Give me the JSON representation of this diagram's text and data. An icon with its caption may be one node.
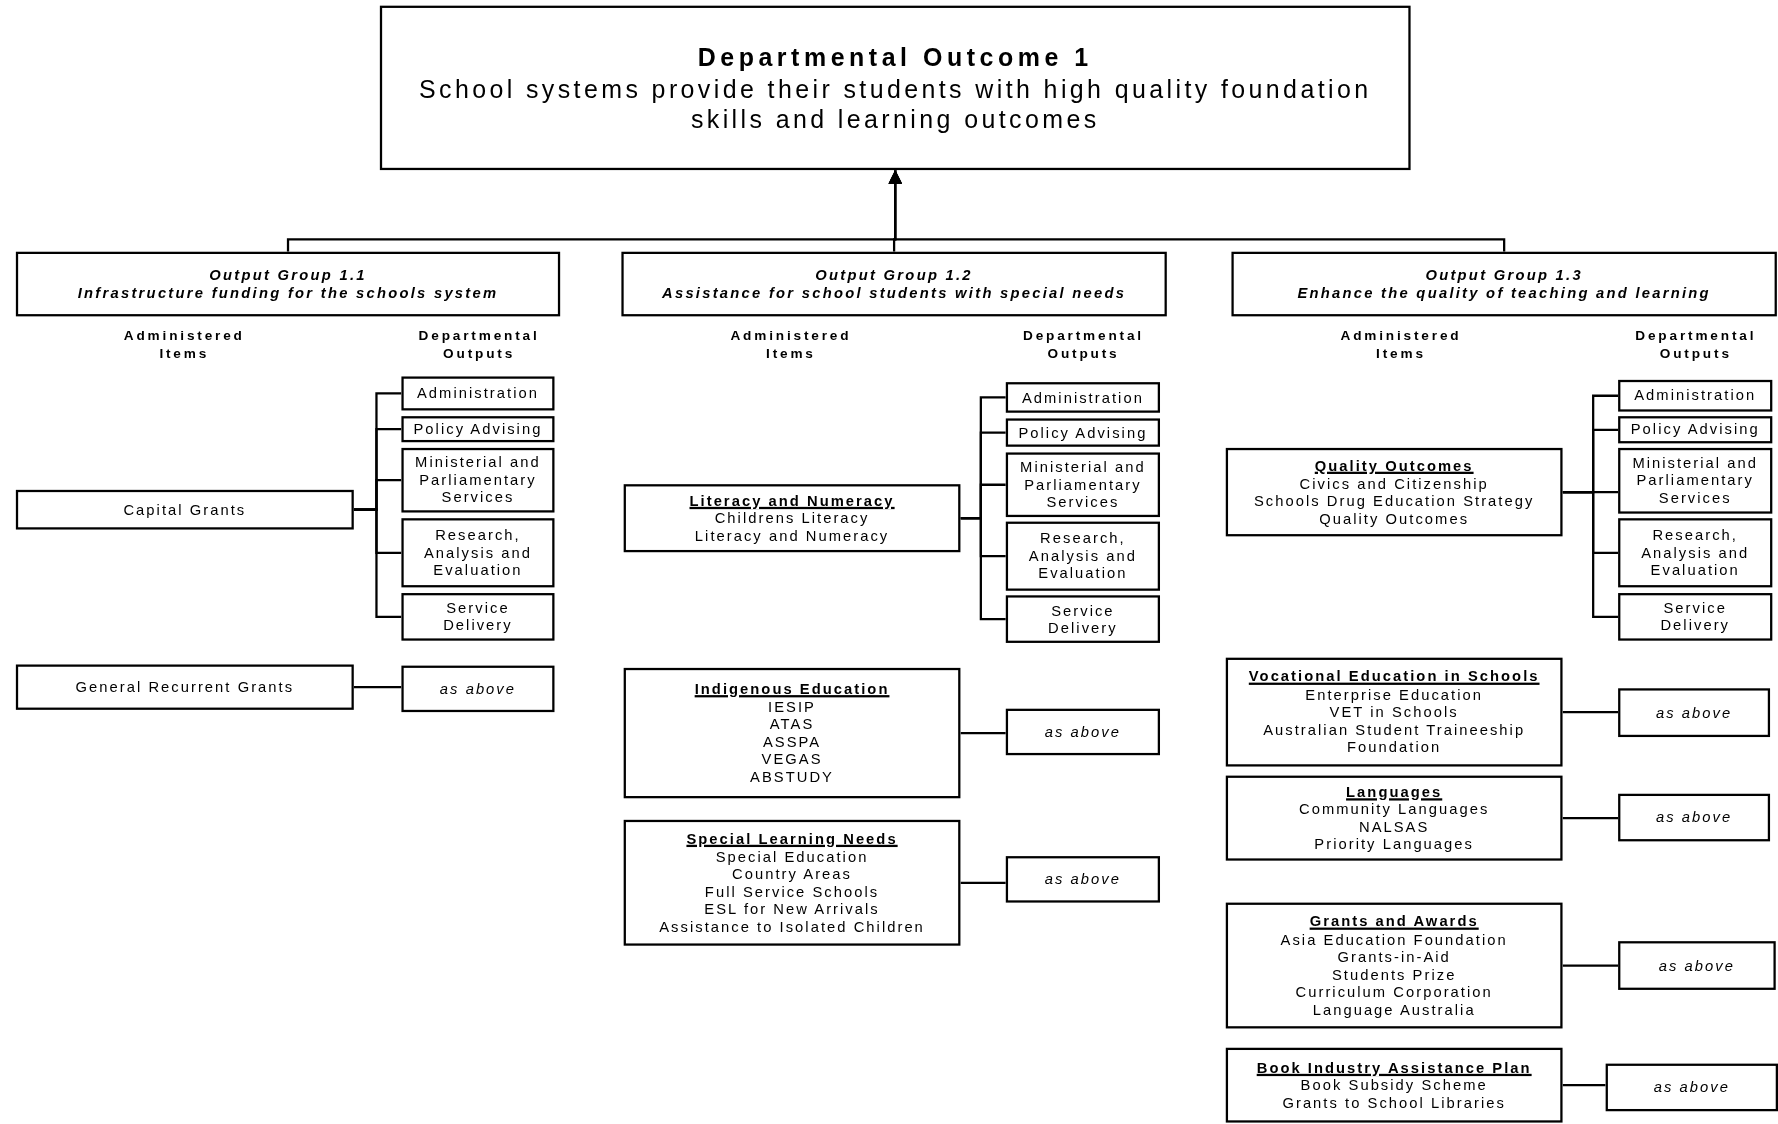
{
  "diagram": {
    "nodes": [
      {
        "text": [
          "Departmental Outcome 1",
          "School systems provide their students with high quality foundation skills and learning outcomes"
        ]
      },
      {
        "text": [
          "Output Group 1.1",
          "Infrastructure funding for the schools system"
        ]
      },
      {
        "text": [
          "Output Group 1.2",
          "Assistance for school students with special needs"
        ]
      },
      {
        "text": [
          "Output Group 1.3",
          "Enhance the quality of teaching and learning"
        ]
      },
      {
        "text": [
          "Capital Grants"
        ]
      },
      {
        "text": [
          "Administration"
        ]
      },
      {
        "text": [
          "Policy Advising"
        ]
      },
      {
        "text": [
          "Ministerial and Parliamentary Services"
        ]
      },
      {
        "text": [
          "Research, Analysis and Evaluation"
        ]
      },
      {
        "text": [
          "Service Delivery"
        ]
      },
      {
        "text": [
          "General Recurrent Grants"
        ]
      },
      {
        "text": [
          "as above"
        ]
      },
      {
        "text": [
          "Literacy and Numeracy",
          "Childrens Literacy",
          "Literacy and Numeracy"
        ]
      },
      {
        "text": [
          "Administration"
        ]
      },
      {
        "text": [
          "Policy Advising"
        ]
      },
      {
        "text": [
          "Ministerial and Parliamentary Services"
        ]
      },
      {
        "text": [
          "Research, Analysis and Evaluation"
        ]
      },
      {
        "text": [
          "Service Delivery"
        ]
      },
      {
        "text": [
          "Indigenous Education",
          "IESIP",
          "ATAS",
          "ASSPA",
          "VEGAS",
          "ABSTUDY"
        ]
      },
      {
        "text": [
          "as above"
        ]
      },
      {
        "text": [
          "Special Learning Needs",
          "Special Education",
          "Country Areas",
          "Full Service Schools",
          "ESL for New Arrivals",
          "Assistance to Isolated Children"
        ]
      },
      {
        "text": [
          "as above"
        ]
      },
      {
        "text": [
          "Quality Outcomes",
          "Civics and Citizenship",
          "Schools Drug Education Strategy",
          "Quality Outcomes"
        ]
      },
      {
        "text": [
          "Administration"
        ]
      },
      {
        "text": [
          "Policy Advising"
        ]
      },
      {
        "text": [
          "Ministerial and Parliamentary Services"
        ]
      },
      {
        "text": [
          "Research, Analysis and Evaluation"
        ]
      },
      {
        "text": [
          "Service Delivery"
        ]
      },
      {
        "text": [
          "Vocational Education in Schools",
          "Enterprise Education",
          "VET in Schools",
          "Australian Student Traineeship Foundation"
        ]
      },
      {
        "text": [
          "as above"
        ]
      },
      {
        "text": [
          "Languages",
          "Community Languages",
          "NALSAS",
          "Priority Languages"
        ]
      },
      {
        "text": [
          "as above"
        ]
      },
      {
        "text": [
          "Grants and Awards",
          "Asia Education Foundation",
          "Grants-in-Aid",
          "Students Prize",
          "Curriculum Corporation",
          "Language Australia"
        ]
      },
      {
        "text": [
          "as above"
        ]
      },
      {
        "text": [
          "Book Industry Assistance Plan",
          "Book Subsidy Scheme",
          "Grants to School Libraries"
        ]
      },
      {
        "text": [
          "as above"
        ]
      }
    ],
    "edges": [
      {
        "from": 1,
        "to": 0,
        "arrow": "to"
      },
      {
        "from": 2,
        "to": 0,
        "arrow": "to"
      },
      {
        "from": 3,
        "to": 0,
        "arrow": "to"
      },
      {
        "from": 4,
        "to": 5,
        "arrow": "none"
      },
      {
        "from": 4,
        "to": 6,
        "arrow": "none"
      },
      {
        "from": 4,
        "to": 7,
        "arrow": "none"
      },
      {
        "from": 4,
        "to": 8,
        "arrow": "none"
      },
      {
        "from": 4,
        "to": 9,
        "arrow": "none"
      },
      {
        "from": 10,
        "to": 11,
        "arrow": "none"
      },
      {
        "from": 12,
        "to": 13,
        "arrow": "none"
      },
      {
        "from": 12,
        "to": 14,
        "arrow": "none"
      },
      {
        "from": 12,
        "to": 15,
        "arrow": "none"
      },
      {
        "from": 12,
        "to": 16,
        "arrow": "none"
      },
      {
        "from": 12,
        "to": 17,
        "arrow": "none"
      },
      {
        "from": 18,
        "to": 19,
        "arrow": "none"
      },
      {
        "from": 20,
        "to": 21,
        "arrow": "none"
      },
      {
        "from": 22,
        "to": 23,
        "arrow": "none"
      },
      {
        "from": 22,
        "to": 24,
        "arrow": "none"
      },
      {
        "from": 22,
        "to": 25,
        "arrow": "none"
      },
      {
        "from": 22,
        "to": 26,
        "arrow": "none"
      },
      {
        "from": 22,
        "to": 27,
        "arrow": "none"
      },
      {
        "from": 28,
        "to": 29,
        "arrow": "none"
      },
      {
        "from": 30,
        "to": 31,
        "arrow": "none"
      },
      {
        "from": 32,
        "to": 33,
        "arrow": "none"
      },
      {
        "from": 34,
        "to": 35,
        "arrow": "none"
      }
    ],
    "labels": [
      "Administered Items",
      "Departmental Outputs",
      "Administered Items",
      "Departmental Outputs",
      "Administered Items",
      "Departmental Outputs"
    ]
  }
}
